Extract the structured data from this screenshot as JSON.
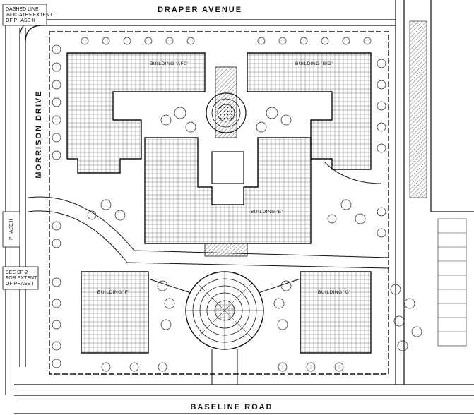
{
  "streets": {
    "north": "DRAPER AVENUE",
    "south": "BASELINE ROAD",
    "west": "MORRISON DRIVE"
  },
  "notes": {
    "phase_line_1": "DASHED LINE",
    "phase_line_2": "INDICATES EXTENT",
    "phase_line_3": "OF PHASE II",
    "see_sp_1": "SEE SP-2",
    "see_sp_2": "FOR EXTENT",
    "see_sp_3": "OF PHASE I",
    "phase_ii": "PHASE II"
  },
  "buildings": {
    "afc": "BUILDING 'AFC'",
    "bg": "BUILDING 'B/G'",
    "e": "BUILDING 'E'",
    "f": "BUILDING 'F'",
    "g": "BUILDING 'G'"
  },
  "colors": {
    "line": "#111111",
    "hatch": "#555555",
    "paper": "#ffffff"
  }
}
